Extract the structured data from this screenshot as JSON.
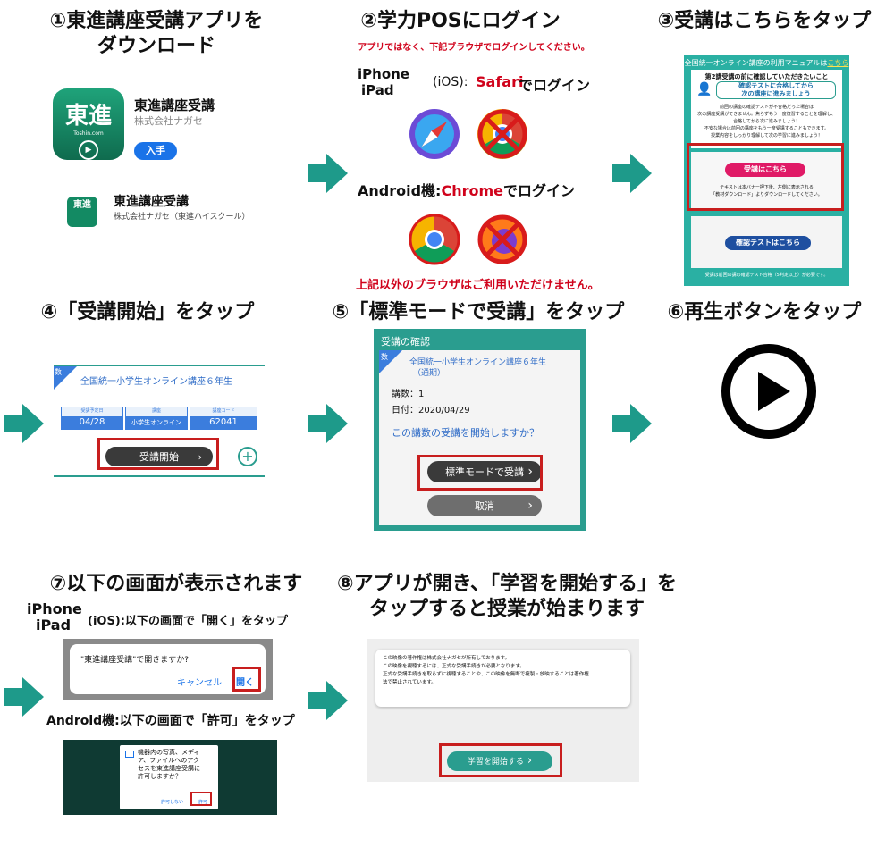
{
  "steps": {
    "s1": {
      "title_line1": "①東進講座受講アプリを",
      "title_line2": "ダウンロード"
    },
    "s2": {
      "title": "②学力POSにログイン",
      "notice": "アプリではなく、下記ブラウザでログインしてください。",
      "ios_iphone": "iPhone",
      "ios_ipad": "iPad",
      "ios_mid": "(iOS):",
      "ios_browser": "Safari",
      "ios_suffix": "でログイン",
      "android_prefix": "Android機:",
      "android_browser": "Chrome",
      "android_suffix": "でログイン",
      "footer": "上記以外のブラウザはご利用いただけません。"
    },
    "s3": {
      "title": "③受講はこちらをタップ"
    },
    "s4": {
      "title": "④「受講開始」をタップ"
    },
    "s5": {
      "title": "⑤「標準モードで受講」をタップ"
    },
    "s6": {
      "title": "⑥再生ボタンをタップ"
    },
    "s7": {
      "title": "⑦以下の画面が表示されます",
      "iphone": "iPhone",
      "ipad": "iPad",
      "ios_text": "(iOS):以下の画面で「開く」をタップ",
      "android_text": "Android機:以下の画面で「許可」をタップ"
    },
    "s8": {
      "title_line1": "⑧アプリが開き、「学習を開始する」を",
      "title_line2": "タップすると授業が始まります"
    }
  },
  "app": {
    "icon_label": "東進",
    "icon_sub": "Toshin.com",
    "name": "東進講座受講",
    "company": "株式会社ナガセ",
    "get_button": "入手",
    "name2": "東進講座受講",
    "company2": "株式会社ナガセ（東進ハイスクール）",
    "small_icon_label": "東進"
  },
  "manual": {
    "header": "全国統一オンライン講座の利用マニュアルは",
    "header_link": "こちら",
    "notice_title": "第2講受講の前に確認していただきたいこと",
    "notice_bubble1": "確認テストに合格してから",
    "notice_bubble2": "次の講座に進みましょう",
    "notice_body1": "前回の講座の確認テストが不合格だった場合は",
    "notice_body2": "次の講座受講ができません。焦らずもう一度復習することを理解し、",
    "notice_body3": "合格してから次に進みましょう！",
    "notice_body4": "不安な場合は前回の講座をもう一度受講することもできます。",
    "notice_body5": "授業内容をしっかり理解して次の学習に進みましょう！",
    "juko_button": "受講はこちら",
    "juko_note1": "テキストは本バナー押下後、左側に表示される",
    "juko_note2": "「教材ダウンロード」よりダウンロードしてください。",
    "test_button": "確認テストはこちら",
    "test_note": "受講は前回の講の確認テスト合格（5判定以上）が必要です。"
  },
  "course": {
    "tag": "数",
    "name": "全国統一小学生オンライン講座６年生",
    "col1_label": "受講予定日",
    "col1_value": "04/28",
    "col2_label": "講座",
    "col2_value": "小学生オンライン",
    "col3_label": "講座コード",
    "col3_value": "62041",
    "start_button": "受講開始",
    "plus": "+"
  },
  "confirm": {
    "header": "受講の確認",
    "tag": "数",
    "course": "全国統一小学生オンライン講座６年生",
    "course_sub": "（通期）",
    "lesson": "講数：1",
    "date": "日付：2020/04/29",
    "question": "この講数の受講を開始しますか？",
    "standard_button": "標準モードで受講",
    "cancel_button": "取消"
  },
  "ios_dialog": {
    "message": "\"東進講座受講\"で開きますか?",
    "cancel": "キャンセル",
    "open": "開く"
  },
  "android_dialog": {
    "line1": "機器内の写真、メディ",
    "line2": "ア、ファイルへのアク",
    "line3": "セスを東進講座受講に",
    "line4": "許可しますか？",
    "deny": "許可しない",
    "allow": "許可"
  },
  "app_screen": {
    "line1": "この映像の著作権は株式会社ナガセが所有しております。",
    "line2": "この映像を視聴するには、正式な受講手続きが必要となります。",
    "line3": "正式な受講手続きを取らずに視聴することや、この映像を無断で複製・放映することは著作権",
    "line4": "法で禁止されています。",
    "start_button": "学習を開始する"
  },
  "colors": {
    "teal": "#2a9d8f",
    "red": "#c81e1e",
    "appbg": "#f0f0f0"
  }
}
